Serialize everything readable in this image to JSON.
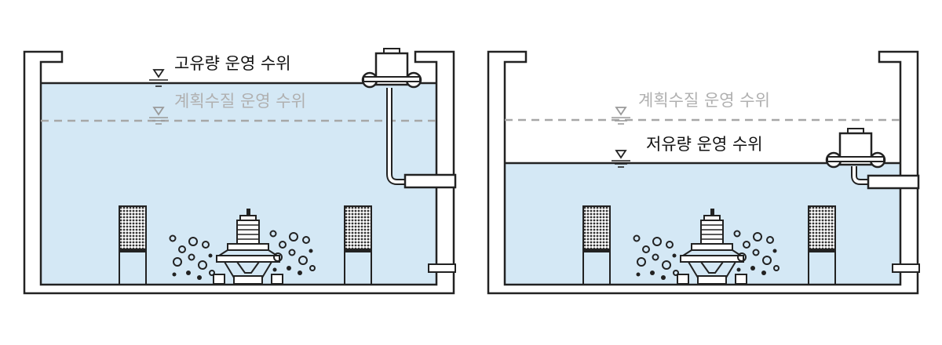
{
  "diagram": {
    "colors": {
      "water": "#d4e8f5",
      "line": "#222222",
      "dashed": "#a7a7a7",
      "label_dark": "#111111",
      "label_gray": "#b0b0b0"
    },
    "tanks": [
      {
        "id": "high-flow",
        "level_label": "고유량 운영 수위",
        "design_label": "계획수질 운영 수위"
      },
      {
        "id": "low-flow",
        "level_label": "저유량 운영 수위",
        "design_label": "계획수질 운영 수위"
      }
    ],
    "icons": [
      "water-level-triangle-icon",
      "float-pump-icon",
      "submerged-aerator-icon",
      "diffuser-column-icon",
      "bubble-icon"
    ]
  }
}
